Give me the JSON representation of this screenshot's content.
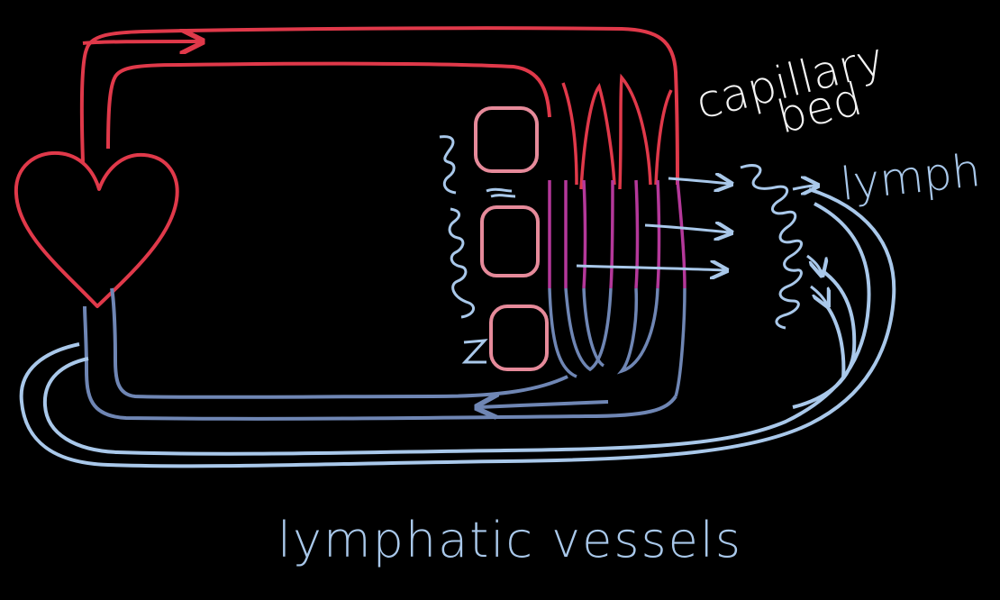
{
  "labels": {
    "capillary": "capillary",
    "bed": "bed",
    "lymph": "lymph",
    "lymphatic_vessels": "lymphatic vessels"
  },
  "colors": {
    "background": "#000000",
    "artery": "#e0394a",
    "vein": "#6f86b4",
    "lymph_vessel": "#a9c8ea",
    "cell": "#e68a9a",
    "mix": "#b4389a",
    "text": "#f4f4f4"
  },
  "cells": {
    "count": 3
  }
}
